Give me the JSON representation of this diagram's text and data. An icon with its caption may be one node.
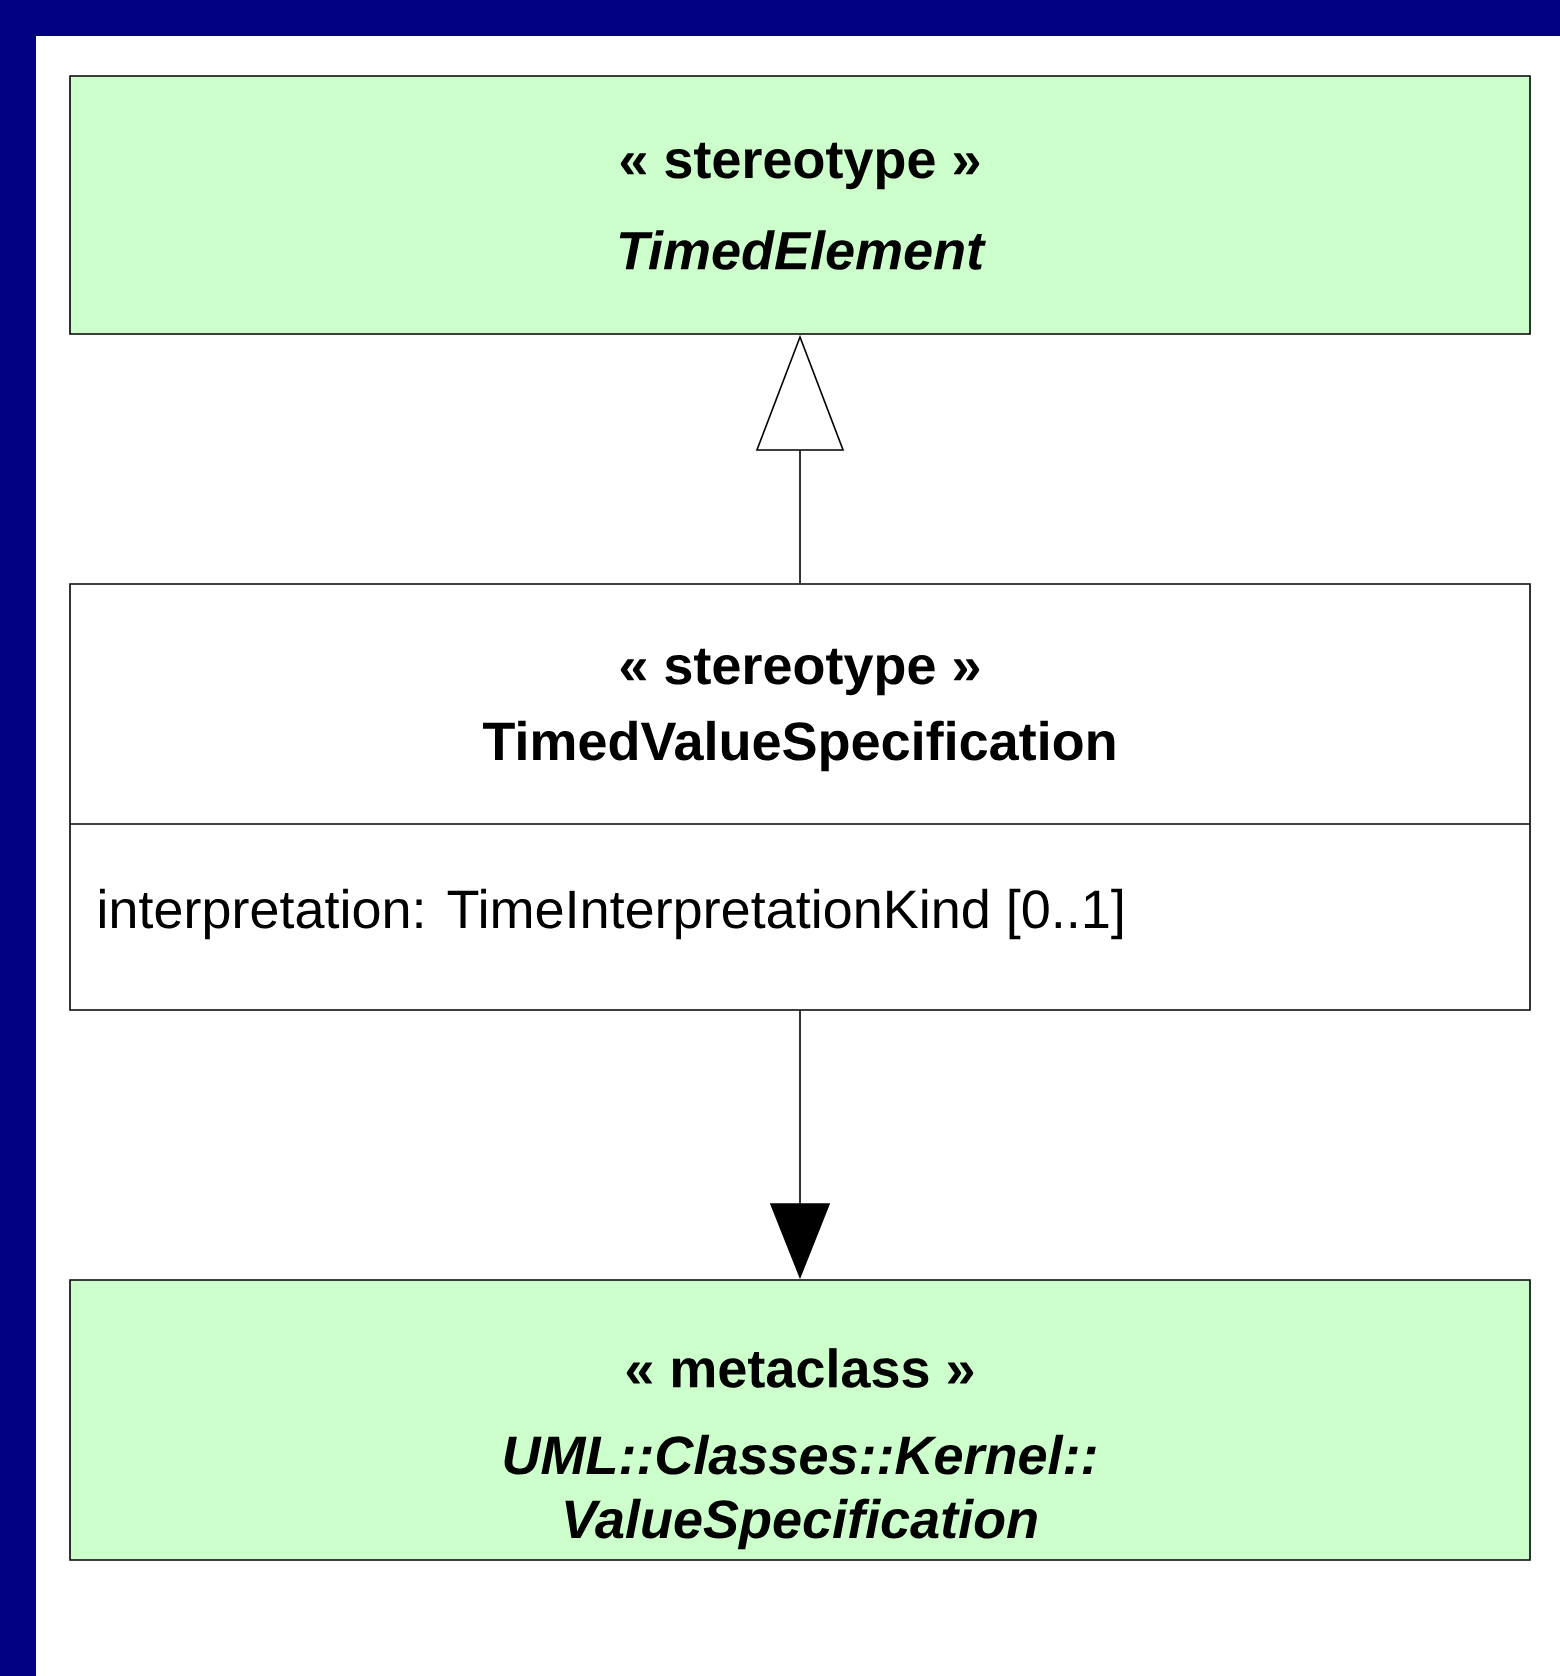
{
  "diagram": {
    "nodes": [
      {
        "text": [
          "« stereotype »",
          "TimedElement"
        ]
      },
      {
        "text": [
          "« stereotype »",
          "TimedValueSpecification",
          "interpretation: TimeInterpretationKind [0..1]"
        ]
      },
      {
        "text": [
          "« metaclass »",
          "UML::Classes::Kernel:: ValueSpecification"
        ]
      }
    ],
    "edges": [
      {
        "from": 1,
        "to": 0,
        "arrow": "to"
      },
      {
        "from": 1,
        "to": 2,
        "arrow": "to"
      }
    ]
  }
}
